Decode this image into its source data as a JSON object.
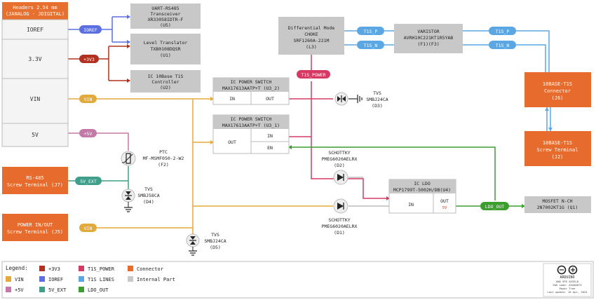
{
  "colors": {
    "v3v3": "#b2301f",
    "ioref": "#5b6fe0",
    "t1s_power": "#d63a63",
    "connector": "#e76b2d",
    "vin": "#e2aa3b",
    "t1s_lines": "#5ba7e3",
    "internal": "#c8c8c8",
    "v5v": "#c47aa8",
    "v5v_ext": "#3f9f8a",
    "ldo_out": "#3a9f2d",
    "header_fill": "#f4f4f4",
    "header_head": "#e8702f",
    "black": "#222222"
  },
  "header": {
    "title_line1": "Headers 2.54 mm",
    "title_line2": "(JANALOG - JDIGITAL)",
    "ioref": "IOREF",
    "v33": "3.3V",
    "vin": "VIN",
    "v5": "5V"
  },
  "connectors": {
    "rs485_line1": "RS-485",
    "rs485_line2": "Screw Terminal (J7)",
    "power_line1": "POWER IN/OUT",
    "power_line2": "Screw Terminal (J5)",
    "j6_line1": "10BASE-T1S",
    "j6_line2": "Connector",
    "j6_line3": "(J6)",
    "j2_line1": "10BASE-T1S",
    "j2_line2": "Screw Terminal",
    "j2_line3": "(J2)"
  },
  "parts": {
    "u5_line1": "UART-RS485",
    "u5_line2": "Transceiver",
    "u5_line3": "XR33058IDTR-F",
    "u5_line4": "(U5)",
    "u1_line1": "Level Translator",
    "u1_line2": "TXB0108DQSR",
    "u1_line3": "(U1)",
    "u2_line1": "IC 10Base T1S",
    "u2_line2": "Controller",
    "u2_line3": "(U2)",
    "choke_line1": "Differential Mode",
    "choke_line2": "CHOKE",
    "choke_line3": "SRF1260A-221M",
    "choke_line4": "(L3)",
    "varistor_line1": "VARISTOR",
    "varistor_line2": "AVRH10C221KT1R5YAB",
    "varistor_line3": "(F1)(F3)",
    "sw2_line1": "IC POWER SWITCH",
    "sw2_line2": "MAX17613AATP+T (U3_2)",
    "sw2_in": "IN",
    "sw2_out": "OUT",
    "sw1_line1": "IC POWER SWITCH",
    "sw1_line2": "MAX17613AATP+T (U3_1)",
    "sw1_out": "OUT",
    "sw1_in": "IN",
    "sw1_en": "EN",
    "ldo_line1": "IC LDO",
    "ldo_line2": "MCP1799T-5002H/DB(U4)",
    "ldo_in": "IN",
    "ldo_out": "OUT",
    "ldo_5v": "5V",
    "mosfet_line1": "MOSFET N-CH",
    "mosfet_line2": "2N7002KT1G (Q1)"
  },
  "diodes": {
    "d3_line1": "TVS",
    "d3_line2": "SMBJ24CA",
    "d3_line3": "(D3)",
    "d2_line1": "SCHOTTKY",
    "d2_line2": "PMEG6020AELRX",
    "d2_line3": "(D2)",
    "d1_line1": "SCHOTTKY",
    "d1_line2": "PMEG6020AELRX",
    "d1_line3": "(D1)",
    "d4_line1": "TVS",
    "d4_line2": "SMBJ58CA",
    "d4_line3": "(D4)",
    "d5_line1": "TVS",
    "d5_line2": "SMBJ24CA",
    "d5_line3": "(D5)",
    "f2_line1": "PTC",
    "f2_line2": "MF-MSMF050-2-W2",
    "f2_line3": "(F2)"
  },
  "net_labels": {
    "ioref": "IOREF",
    "v3v3": "+3V3",
    "t1s_power": "T1S_POWER",
    "vin": "VIN",
    "v5v": "+5V",
    "v5v_ext": "5V_EXT",
    "t1s_p": "T1S_P",
    "t1s_n": "T1S_N",
    "ldo_out": "LDO_OUT"
  },
  "legend": {
    "title": "Legend:",
    "items": [
      {
        "label": "+3V3"
      },
      {
        "label": "T1S_POWER"
      },
      {
        "label": "Connector"
      },
      {
        "label": "VIN"
      },
      {
        "label": "IOREF"
      },
      {
        "label": "T1S LINES"
      },
      {
        "label": "Internal Part"
      },
      {
        "label": "+5V"
      },
      {
        "label": "5V_EXT"
      },
      {
        "label": "LDO_OUT"
      }
    ]
  },
  "title_block": {
    "brand": "ARDUINO",
    "line1": "UNO SPE SHIELD",
    "line2": "SKU code: ASX00073",
    "line3": "Power Tree",
    "line4": "Last update: 16 Apr, 2024"
  }
}
